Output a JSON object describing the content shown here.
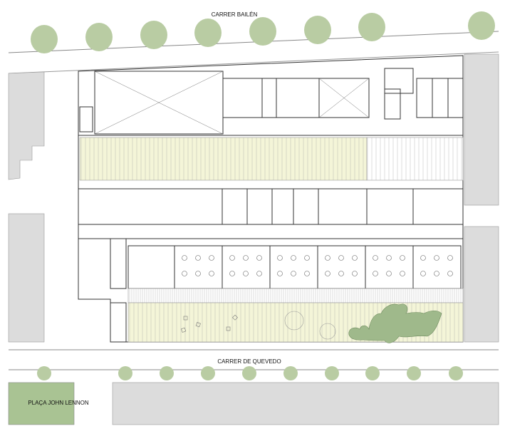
{
  "labels": {
    "north_street": "CARRER BAILÉN",
    "south_street": "CARRER DE QUEVEDO",
    "square": "PLAÇA JOHN LENNON"
  },
  "colors": {
    "tree": "#b9cca3",
    "terrace": "#f4f5d8",
    "neighbour": "#dcdcdc",
    "square": "#a9c393",
    "bush": "#9fb98b"
  }
}
